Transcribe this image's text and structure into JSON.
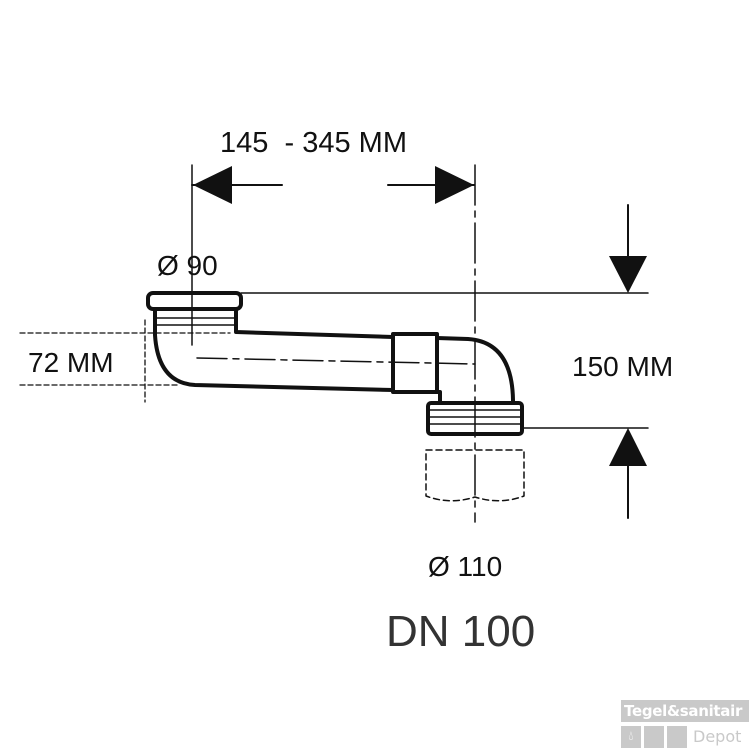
{
  "labels": {
    "length_range": "145  - 345 MM",
    "inlet_diameter": "Ø 90",
    "offset_height": "72 MM",
    "total_height": "150 MM",
    "outlet_diameter": "Ø 110",
    "nominal_size": "DN 100"
  },
  "logo": {
    "brand": "Tegel&sanitair",
    "sub": "Depot",
    "icon": "water-drop-icon"
  }
}
